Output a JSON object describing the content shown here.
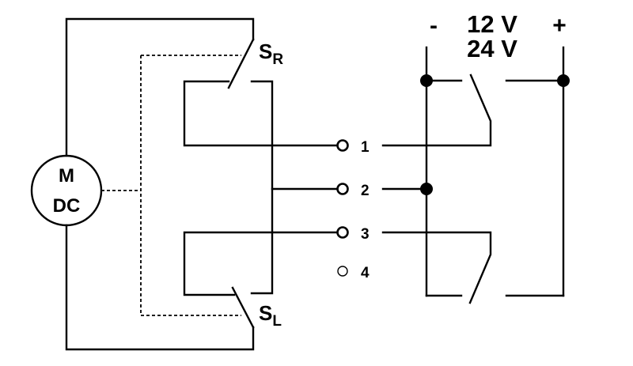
{
  "motor": {
    "line1": "M",
    "line2": "DC"
  },
  "switches": {
    "right": {
      "main": "S",
      "sub": "R"
    },
    "left": {
      "main": "S",
      "sub": "L"
    }
  },
  "supply": {
    "minus": "-",
    "plus": "+",
    "voltage1": "12 V",
    "voltage2": "24 V"
  },
  "terminals": [
    {
      "label": "1"
    },
    {
      "label": "2"
    },
    {
      "label": "3"
    },
    {
      "label": "4"
    }
  ]
}
